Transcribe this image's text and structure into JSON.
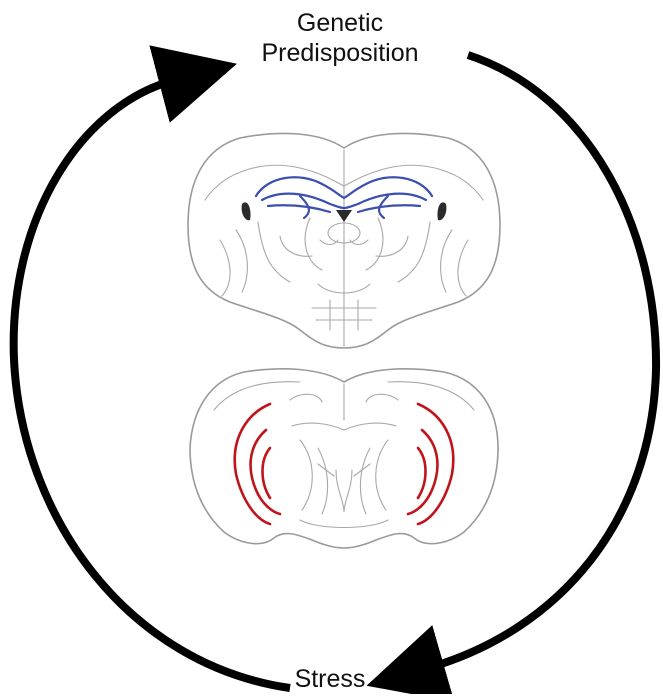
{
  "labels": {
    "top_line1": "Genetic",
    "top_line2": "Predisposition",
    "bottom": "Stress"
  },
  "colors": {
    "arrow": "#000000",
    "hippocampus_highlight": "#3a4fb0",
    "cortex_highlight": "#c0141c",
    "brain_outline": "#9a9a9a",
    "ventricle": "#2b2b2b"
  },
  "figures": [
    {
      "name": "brain-section-dorsal-hippocampus",
      "highlight": "blue"
    },
    {
      "name": "brain-section-ventral-hippocampus",
      "highlight": "red"
    }
  ]
}
